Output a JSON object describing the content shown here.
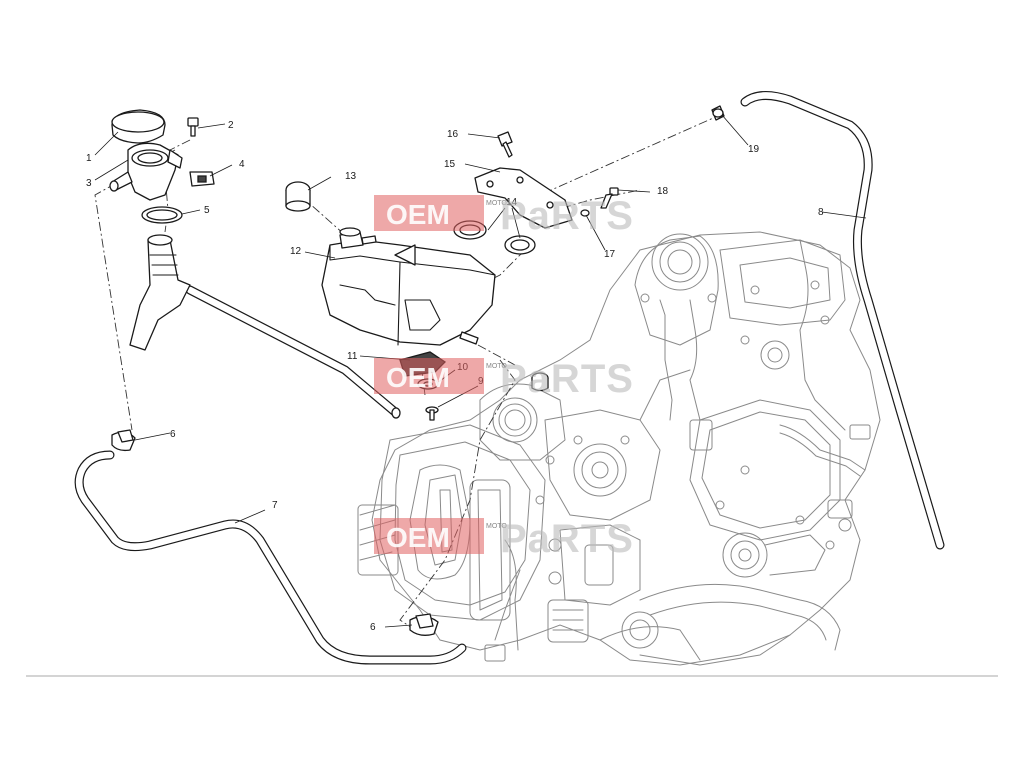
{
  "callouts": [
    {
      "id": "c1",
      "text": "1"
    },
    {
      "id": "c2",
      "text": "2"
    },
    {
      "id": "c3",
      "text": "3"
    },
    {
      "id": "c4",
      "text": "4"
    },
    {
      "id": "c5",
      "text": "5"
    },
    {
      "id": "c6a",
      "text": "6"
    },
    {
      "id": "c6b",
      "text": "6"
    },
    {
      "id": "c7",
      "text": "7"
    },
    {
      "id": "c8",
      "text": "8"
    },
    {
      "id": "c9",
      "text": "9"
    },
    {
      "id": "c10",
      "text": "10"
    },
    {
      "id": "c11",
      "text": "11"
    },
    {
      "id": "c12",
      "text": "12"
    },
    {
      "id": "c13",
      "text": "13"
    },
    {
      "id": "c14",
      "text": "14"
    },
    {
      "id": "c15",
      "text": "15"
    },
    {
      "id": "c16",
      "text": "16"
    },
    {
      "id": "c17",
      "text": "17"
    },
    {
      "id": "c18",
      "text": "18"
    },
    {
      "id": "c19",
      "text": "19"
    }
  ],
  "watermark": {
    "brand_left": "OEM",
    "brand_right": "PaRTS",
    "brand_mid": "MOTO",
    "color": "#e06060"
  }
}
